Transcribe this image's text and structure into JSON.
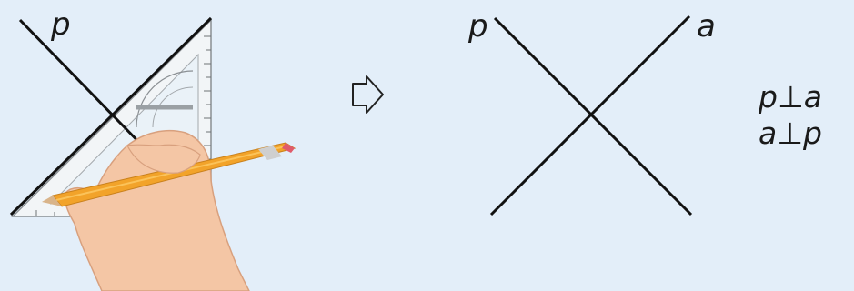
{
  "left_figure": {
    "line_label": "p"
  },
  "right_figure": {
    "line_label_1": "p",
    "line_label_2": "a"
  },
  "relations": [
    "p⊥a",
    "a⊥p"
  ],
  "icons": {
    "arrow": "hollow-right-arrow-icon",
    "hand": "hand-icon",
    "pencil": "pencil-icon",
    "set_square": "set-square-icon"
  },
  "colors": {
    "background": "#e3eef9",
    "lines": "#111111",
    "pencil": "#f2a32a",
    "skin": "#f4c6a5"
  }
}
